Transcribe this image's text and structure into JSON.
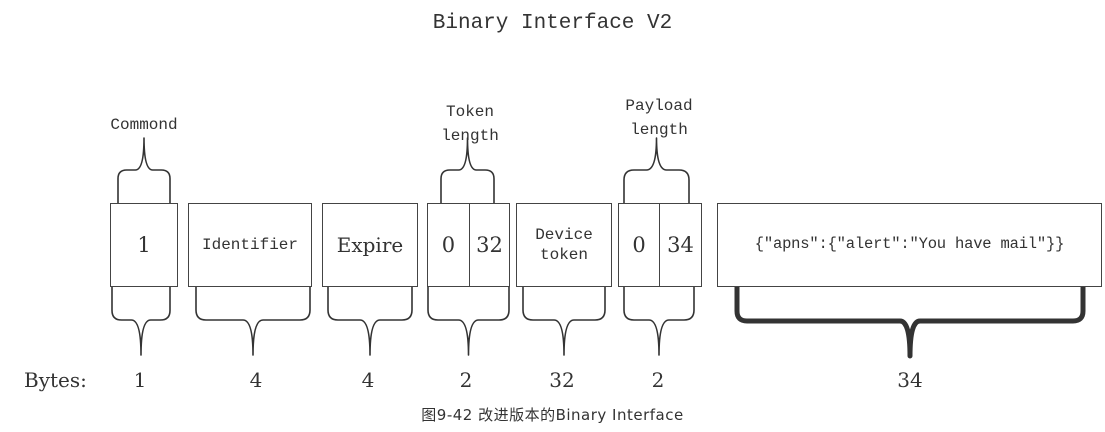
{
  "title": "Binary Interface V2",
  "caption": "图9-42  改进版本的Binary Interface",
  "bytes_label": "Bytes:",
  "fields": [
    {
      "id": "command",
      "cells": [
        "1"
      ],
      "top_label": "Commond",
      "bytes": "1"
    },
    {
      "id": "identifier",
      "cells": [
        "Identifier"
      ],
      "bytes": "4"
    },
    {
      "id": "expire",
      "cells": [
        "Expire"
      ],
      "bytes": "4"
    },
    {
      "id": "token-length",
      "cells": [
        "0",
        "32"
      ],
      "top_label": "Token\nlength",
      "bytes": "2"
    },
    {
      "id": "device-token",
      "cells": [
        "Device\ntoken"
      ],
      "bytes": "32"
    },
    {
      "id": "payload-length",
      "cells": [
        "0",
        "34"
      ],
      "top_label": "Payload\nlength",
      "bytes": "2"
    },
    {
      "id": "payload",
      "cells": [
        "{\"apns\":{\"alert\":\"You have mail\"}}"
      ],
      "bytes": "34"
    }
  ]
}
